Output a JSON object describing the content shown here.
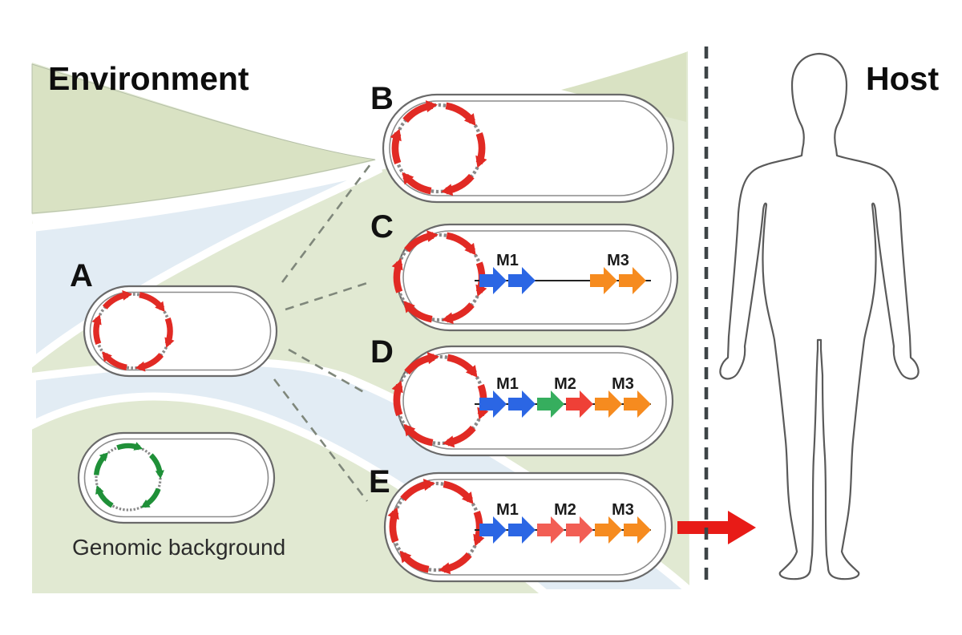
{
  "panels": {
    "environment": {
      "label": "Environment"
    },
    "host": {
      "label": "Host"
    }
  },
  "legend": {
    "genomic_background": "Genomic background"
  },
  "bacteria": [
    {
      "id": "A",
      "label": "A",
      "plasmid": "red",
      "modules": null
    },
    {
      "id": "B",
      "label": "B",
      "plasmid": "red",
      "modules": null
    },
    {
      "id": "C",
      "label": "C",
      "plasmid": "red",
      "modules": {
        "m1": "M1",
        "m3": "M3"
      },
      "gene_colors": [
        "blue",
        "blue",
        "orange",
        "orange"
      ]
    },
    {
      "id": "D",
      "label": "D",
      "plasmid": "red",
      "modules": {
        "m1": "M1",
        "m2": "M2",
        "m3": "M3"
      },
      "gene_colors": [
        "blue",
        "blue",
        "green",
        "red",
        "orange",
        "orange"
      ]
    },
    {
      "id": "E",
      "label": "E",
      "plasmid": "red",
      "modules": {
        "m1": "M1",
        "m2": "M2",
        "m3": "M3"
      },
      "gene_colors": [
        "blue",
        "blue",
        "salmon",
        "salmon",
        "orange",
        "orange"
      ]
    },
    {
      "id": "genomic-background",
      "label": "",
      "plasmid": "green",
      "modules": null
    }
  ],
  "colors": {
    "plasmid_red": "#e12a24",
    "plasmid_green": "#1f9038",
    "gene_blue": "#2b66e4",
    "gene_green": "#36ae5e",
    "gene_red": "#ef4037",
    "gene_salmon": "#f25e54",
    "gene_orange": "#f68b1f",
    "transfer_arrow": "#e81b17",
    "env_green": "#e1e9d2",
    "env_khaki": "#d9e2c3",
    "river_blue": "#e2ecf4"
  }
}
